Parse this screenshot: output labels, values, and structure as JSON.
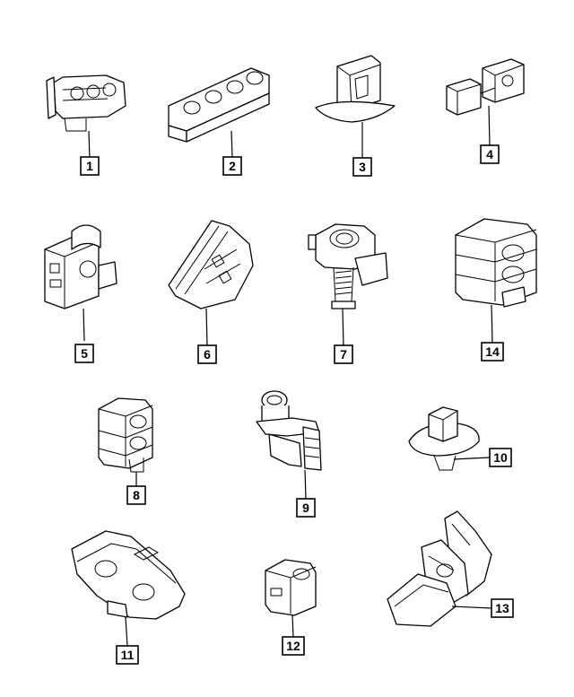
{
  "diagram": {
    "callouts": [
      {
        "id": "1",
        "label": "1"
      },
      {
        "id": "2",
        "label": "2"
      },
      {
        "id": "3",
        "label": "3"
      },
      {
        "id": "4",
        "label": "4"
      },
      {
        "id": "5",
        "label": "5"
      },
      {
        "id": "6",
        "label": "6"
      },
      {
        "id": "7",
        "label": "7"
      },
      {
        "id": "14",
        "label": "14"
      },
      {
        "id": "8",
        "label": "8"
      },
      {
        "id": "9",
        "label": "9"
      },
      {
        "id": "10",
        "label": "10"
      },
      {
        "id": "11",
        "label": "11"
      },
      {
        "id": "12",
        "label": "12"
      },
      {
        "id": "13",
        "label": "13"
      }
    ]
  }
}
